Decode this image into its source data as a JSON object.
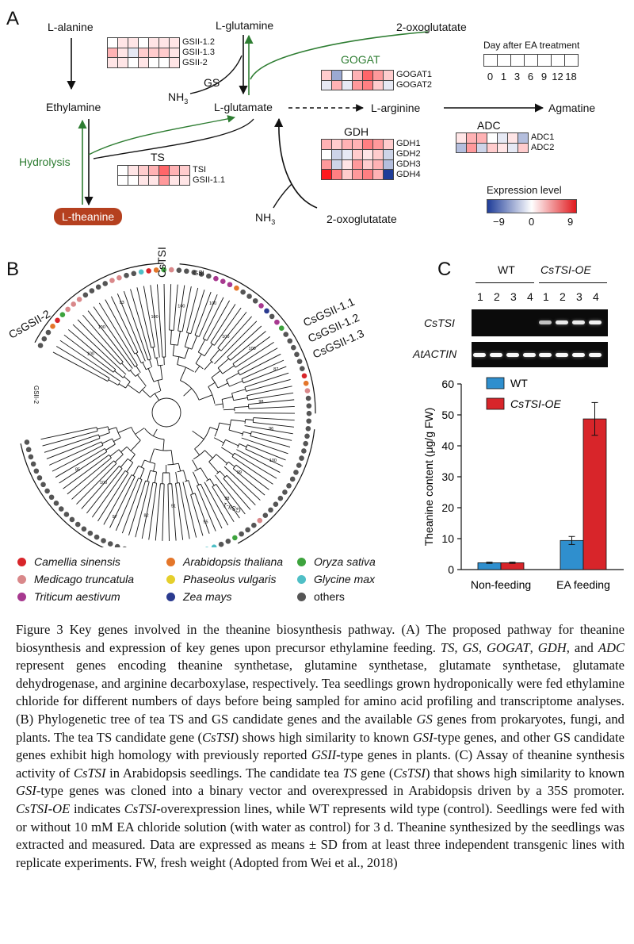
{
  "panelA": {
    "letter": "A",
    "metabolites": {
      "alanine": "L-alanine",
      "glutamine": "L-glutamine",
      "oxoglutarate_top": "2-oxoglutatate",
      "ethylamine": "Ethylamine",
      "glutamate": "L-glutamate",
      "arginine": "L-arginine",
      "agmatine": "Agmatine",
      "theanine": "L-theanine",
      "nh3_left": "NH",
      "nh3_left_sub": "3",
      "nh3_bottom": "NH",
      "nh3_bottom_sub": "3",
      "oxoglutarate_bottom": "2-oxoglutatate"
    },
    "enzymes": {
      "gs": "GS",
      "gogat": "GOGAT",
      "hydrolysis": "Hydrolysis",
      "ts": "TS",
      "gdh": "GDH",
      "adc": "ADC"
    },
    "heatmaps": {
      "gs": {
        "genes": [
          "GSII-1.2",
          "GSII-1.3",
          "GSII-2"
        ],
        "values": [
          [
            0,
            1,
            1,
            0,
            1,
            1,
            1
          ],
          [
            3,
            1,
            -1,
            2,
            2,
            2,
            1
          ],
          [
            1,
            1,
            0,
            1,
            0,
            0,
            1
          ]
        ]
      },
      "gogat": {
        "genes": [
          "GOGAT1",
          "GOGAT2"
        ],
        "values": [
          [
            2,
            -4,
            0,
            3,
            6,
            4,
            2
          ],
          [
            -1,
            3,
            -1,
            4,
            5,
            2,
            -1
          ]
        ]
      },
      "gdh": {
        "genes": [
          "GDH1",
          "GDH2",
          "GDH3",
          "GDH4"
        ],
        "values": [
          [
            3,
            2,
            3,
            3,
            5,
            4,
            2
          ],
          [
            0,
            -2,
            -1,
            2,
            1,
            2,
            -2
          ],
          [
            4,
            -2,
            1,
            4,
            2,
            3,
            -3
          ],
          [
            9,
            5,
            2,
            4,
            5,
            3,
            -9
          ]
        ]
      },
      "ts": {
        "genes": [
          "TSI",
          "GSII-1.1"
        ],
        "values": [
          [
            0,
            1,
            2,
            3,
            6,
            3,
            2
          ],
          [
            0,
            0,
            1,
            1,
            4,
            1,
            1
          ]
        ]
      },
      "adc": {
        "genes": [
          "ADC1",
          "ADC2"
        ],
        "values": [
          [
            1,
            3,
            3,
            0,
            -1,
            1,
            -3
          ],
          [
            -3,
            4,
            -2,
            2,
            1,
            -1,
            2
          ]
        ]
      }
    },
    "days_legend": {
      "title": "Day after EA treatment",
      "days": [
        "0",
        "1",
        "3",
        "6",
        "9",
        "12",
        "18"
      ]
    },
    "expression_legend": {
      "title": "Expression level",
      "min": "−9",
      "mid": "0",
      "max": "9",
      "colors": [
        "#1f3d99",
        "#ffffff",
        "#e0191e"
      ]
    }
  },
  "panelB": {
    "letter": "B",
    "clade_labels": {
      "cstsi": "CsTSI",
      "gsi": "GSI",
      "csgsii2": "CsGSII-2",
      "csgsii11": "CsGSII-1.1",
      "csgsii12": "CsGSII-1.2",
      "csgsii13": "CsGSII-1.3",
      "gsii2": "GSII-2",
      "gsii1": "GSII-1"
    },
    "legend": [
      {
        "name": "Camellia sinensis",
        "color": "#d8252a",
        "italic": true
      },
      {
        "name": "Arabidopsis thaliana",
        "color": "#e4762a",
        "italic": true
      },
      {
        "name": "Oryza sativa",
        "color": "#3da33d",
        "italic": true
      },
      {
        "name": "Medicago truncatula",
        "color": "#d9888a",
        "italic": true
      },
      {
        "name": "Phaseolus vulgaris",
        "color": "#e5cf2c",
        "italic": true
      },
      {
        "name": "Glycine max",
        "color": "#4fbfc6",
        "italic": true
      },
      {
        "name": "Triticum aestivum",
        "color": "#a7398f",
        "italic": true
      },
      {
        "name": "Zea mays",
        "color": "#2a3a8f",
        "italic": true
      },
      {
        "name": "others",
        "color": "#555555",
        "italic": false
      }
    ],
    "leaf_colors": [
      "#555555",
      "#555555",
      "#555555",
      "#e4762a",
      "#d8252a",
      "#3da33d",
      "#d9888a",
      "#d9888a",
      "#d9888a",
      "#555555",
      "#555555",
      "#555555",
      "#555555",
      "#d9888a",
      "#d9888a",
      "#555555",
      "#555555",
      "#4fbfc6",
      "#d8252a",
      "#e4762a",
      "#3da33d",
      "#d9888a",
      "#555555",
      "#555555",
      "#555555",
      "#555555",
      "#555555",
      "#a7398f",
      "#a7398f",
      "#a7398f",
      "#e4762a",
      "#555555",
      "#555555",
      "#555555",
      "#a7398f",
      "#2a3a8f",
      "#555555",
      "#a7398f",
      "#3da33d",
      "#555555",
      "#555555",
      "#555555",
      "#555555",
      "#555555",
      "#555555",
      "#d8252a",
      "#e4762a",
      "#d9888a",
      "#555555",
      "#555555",
      "#555555",
      "#555555",
      "#555555",
      "#555555",
      "#555555",
      "#555555",
      "#555555",
      "#555555",
      "#555555",
      "#555555",
      "#555555",
      "#555555",
      "#555555",
      "#555555",
      "#555555",
      "#555555",
      "#d9888a",
      "#555555",
      "#555555",
      "#555555",
      "#3da33d",
      "#555555",
      "#555555",
      "#4fbfc6",
      "#4fbfc6",
      "#e4762a",
      "#e5cf2c",
      "#d9888a",
      "#3da33d",
      "#e5cf2c",
      "#d8252a",
      "#d8252a",
      "#555555",
      "#555555",
      "#555555",
      "#555555",
      "#555555",
      "#555555",
      "#555555",
      "#555555",
      "#555555",
      "#555555",
      "#555555",
      "#555555",
      "#555555",
      "#555555",
      "#555555",
      "#555555",
      "#555555",
      "#555555",
      "#555555",
      "#555555",
      "#555555",
      "#555555",
      "#555555",
      "#555555"
    ],
    "bootstrap_values": [
      "100",
      "100",
      "93",
      "100",
      "100",
      "100",
      "100",
      "100",
      "87",
      "98",
      "96",
      "100",
      "99",
      "98",
      "95",
      "91",
      "82",
      "97",
      "100",
      "85"
    ]
  },
  "panelC": {
    "letter": "C",
    "gel": {
      "groups": [
        "WT",
        "CsTSI-OE"
      ],
      "lanes": [
        "1",
        "2",
        "3",
        "4",
        "1",
        "2",
        "3",
        "4"
      ],
      "rows": [
        "CsTSI",
        "AtACTIN"
      ],
      "cstsi_intensity": [
        0,
        0,
        0,
        0,
        0.55,
        0.85,
        0.85,
        0.9
      ],
      "actin_intensity": [
        0.95,
        0.95,
        0.95,
        0.95,
        0.95,
        0.95,
        0.95,
        0.95
      ]
    },
    "chart_data": {
      "type": "bar",
      "categories": [
        "Non-feeding",
        "EA feeding"
      ],
      "series": [
        {
          "name": "WT",
          "values": [
            2.2,
            9.4
          ],
          "errors": [
            0.2,
            1.3
          ],
          "color": "#2f8fce"
        },
        {
          "name": "CsTSI-OE",
          "values": [
            2.2,
            48.7
          ],
          "errors": [
            0.2,
            5.3
          ],
          "color": "#d8252a"
        }
      ],
      "ylabel": "Theanine content (μg/g FW)",
      "xlabel": "",
      "ylim": [
        0,
        60
      ],
      "yticks": [
        "0",
        "10",
        "20",
        "30",
        "40",
        "50",
        "60"
      ],
      "legend_position": "top-left"
    }
  },
  "caption": {
    "runs": [
      {
        "t": "Figure 3 Key genes involved in the theanine biosynthesis pathway. (A) The proposed pathway for theanine biosynthesis and expression of key genes upon precursor ethylamine feeding. "
      },
      {
        "t": "TS",
        "i": true
      },
      {
        "t": ", "
      },
      {
        "t": "GS",
        "i": true
      },
      {
        "t": ", "
      },
      {
        "t": "GOGAT",
        "i": true
      },
      {
        "t": ", "
      },
      {
        "t": "GDH",
        "i": true
      },
      {
        "t": ", and "
      },
      {
        "t": "ADC",
        "i": true
      },
      {
        "t": " represent genes encoding theanine synthetase, glutamine synthetase, glutamate synthetase, glutamate dehydrogenase, and arginine decarboxylase, respectively. Tea seedlings grown hydroponically were fed ethylamine chloride for different numbers of days before being sampled for amino acid profiling and transcriptome analyses. (B) Phylogenetic tree of tea TS and GS candidate genes and the available "
      },
      {
        "t": "GS",
        "i": true
      },
      {
        "t": " genes from prokaryotes, fungi, and plants. The tea TS candidate gene ("
      },
      {
        "t": "CsTSI",
        "i": true
      },
      {
        "t": ") shows high similarity to known "
      },
      {
        "t": "GSI",
        "i": true
      },
      {
        "t": "-type genes, and other GS candidate genes exhibit high homology with previously reported "
      },
      {
        "t": "GSII",
        "i": true
      },
      {
        "t": "-type genes in plants. (C) Assay of theanine synthesis activity of "
      },
      {
        "t": "CsTSI",
        "i": true
      },
      {
        "t": " in Arabidopsis seedlings. The candidate tea "
      },
      {
        "t": "TS",
        "i": true
      },
      {
        "t": " gene ("
      },
      {
        "t": "CsTSI",
        "i": true
      },
      {
        "t": ") that shows high similarity to known "
      },
      {
        "t": "GSI",
        "i": true
      },
      {
        "t": "-type genes was cloned into a binary vector and overexpressed in Arabidopsis driven by a 35S promoter. "
      },
      {
        "t": "CsTSI-OE",
        "i": true
      },
      {
        "t": " indicates "
      },
      {
        "t": "CsTSI",
        "i": true
      },
      {
        "t": "-overexpression lines, while WT represents wild type (control). Seedlings were fed with or without 10 mM EA chloride solution (with water as control) for 3 d. Theanine synthesized by the seedlings was extracted and measured. Data are expressed as means ± SD from at least three independent transgenic lines with replicate experiments. FW, fresh weight (Adopted from Wei et al., 2018)"
      }
    ]
  }
}
